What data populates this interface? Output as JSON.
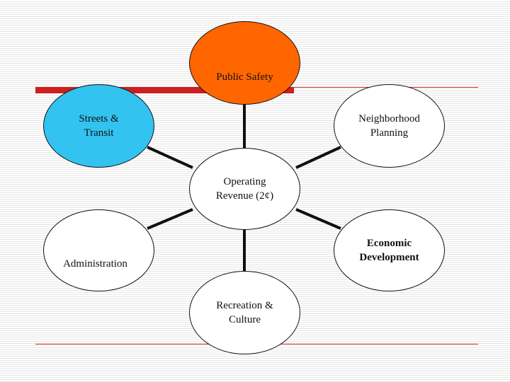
{
  "nodes": {
    "public_safety": "Public Safety",
    "streets_transit": [
      "Streets &",
      "Transit"
    ],
    "neighborhood_planning": [
      "Neighborhood",
      "Planning"
    ],
    "operating_revenue": [
      "Operating",
      "Revenue (2¢)"
    ],
    "administration": "Administration",
    "economic_development": [
      "Economic",
      "Development"
    ],
    "recreation_culture": [
      "Recreation &",
      "Culture"
    ]
  },
  "colors": {
    "public_safety_fill": "#ff6600",
    "streets_transit_fill": "#33c3f0",
    "accent_bar": "#cc1f1f",
    "connector": "#111111"
  }
}
